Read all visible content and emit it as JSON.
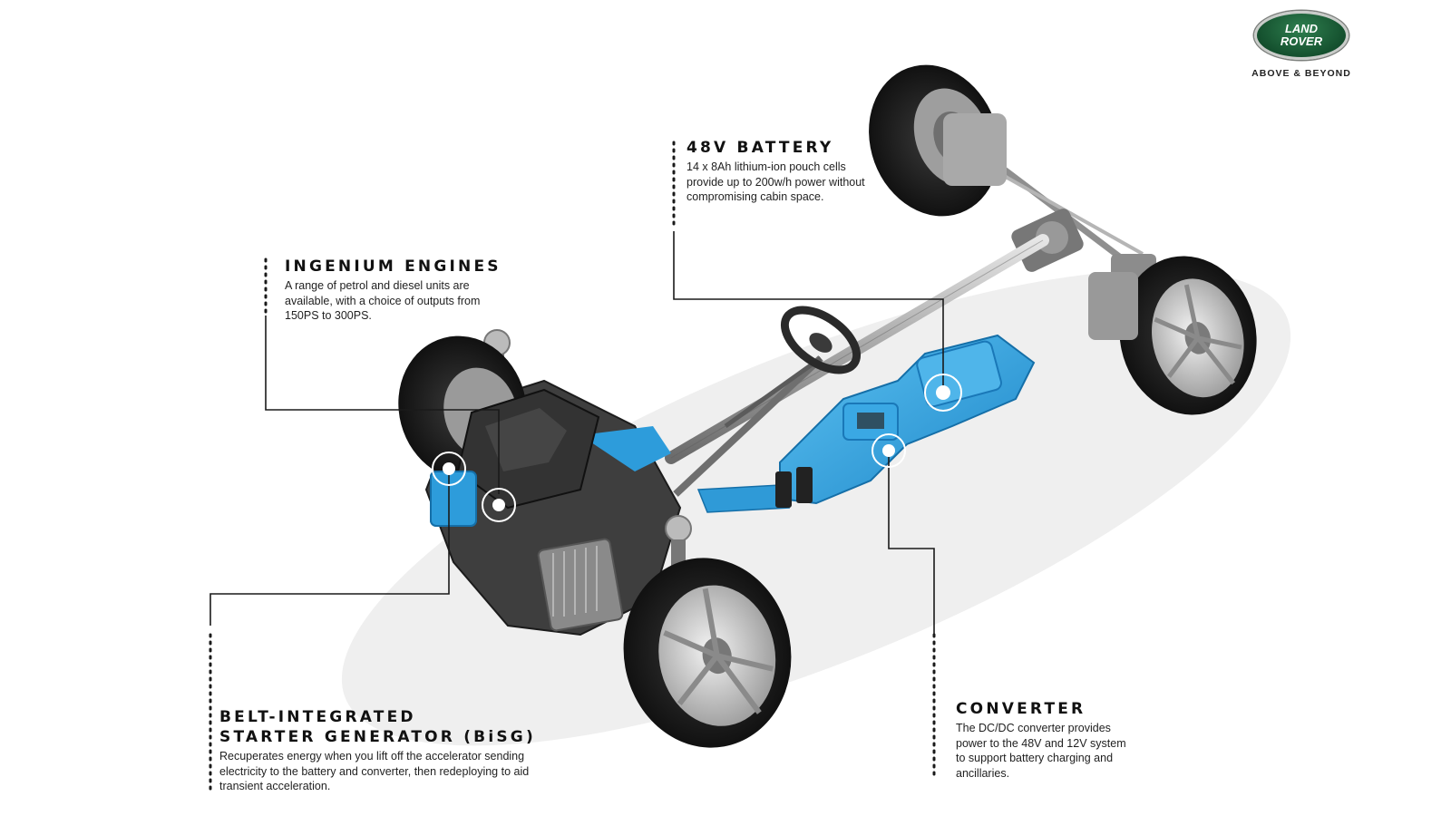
{
  "brand": {
    "logo_line1": "LAND",
    "logo_line2": "ROVER",
    "tagline": "ABOVE & BEYOND",
    "colors": {
      "badge_green": "#1a5c34",
      "component_blue": "#2d9cdb",
      "callout_line": "#1a1a1a"
    }
  },
  "callouts": {
    "battery": {
      "title": "48V BATTERY",
      "desc": "14 x 8Ah lithium-ion pouch cells provide up to 200w/h power without compromising cabin space."
    },
    "engines": {
      "title": "INGENIUM ENGINES",
      "desc": "A range of petrol and diesel units are available, with a choice of outputs from 150PS to 300PS."
    },
    "bisg": {
      "title_line1": "BELT-INTEGRATED",
      "title_line2": "STARTER GENERATOR (BiSG)",
      "desc": "Recuperates energy when you lift off the accelerator sending electricity to the battery and converter, then redeploying to aid transient acceleration."
    },
    "converter": {
      "title": "CONVERTER",
      "desc": "The DC/DC converter provides power to the 48V and 12V system to support battery charging and ancillaries."
    }
  },
  "illustration": {
    "subject": "chassis-cutaway",
    "components": [
      "front-wheels",
      "rear-wheels",
      "engine",
      "drive-shaft",
      "steering-wheel",
      "battery-pack",
      "dc-dc-converter",
      "bisg-unit"
    ]
  }
}
